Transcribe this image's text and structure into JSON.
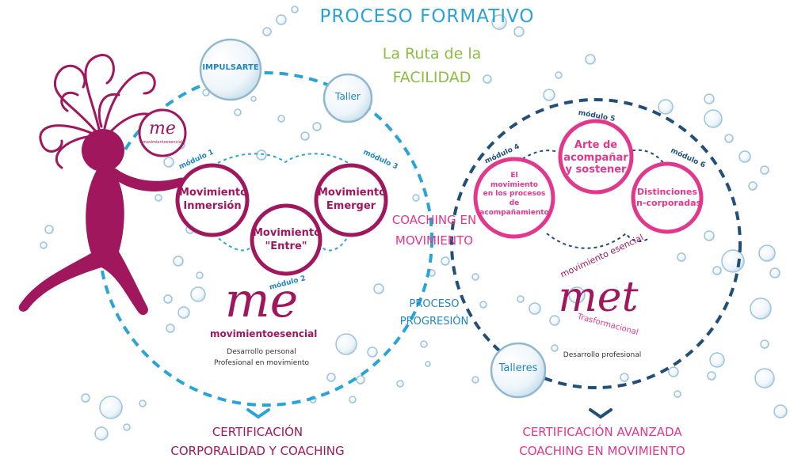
{
  "title": "PROCESO FORMATIVO",
  "subtitle_line1": "La Ruta de la",
  "subtitle_line2": "FACILIDAD",
  "nodes": {
    "impulsarte": "IMPULSARTE",
    "taller": "Taller",
    "talleres": "Talleres"
  },
  "left_logo": {
    "small_text": "movimientoesencial",
    "big_letters": "me",
    "brand": "movimientoesencial",
    "desc_line1": "Desarrollo personal",
    "desc_line2": "Profesional en movimiento"
  },
  "left_modules": [
    {
      "label": "módulo 1",
      "title_line1": "Movimiento",
      "title_line2": "Inmersión"
    },
    {
      "label": "módulo 2",
      "title_line1": "Movimiento",
      "title_line2": "\"Entre\""
    },
    {
      "label": "módulo 3",
      "title_line1": "Movimiento",
      "title_line2": "Emerger"
    }
  ],
  "right_modules": [
    {
      "label": "módulo 4",
      "lines": [
        "El",
        "movimiento",
        "en los procesos",
        "de",
        "acompañamiento"
      ]
    },
    {
      "label": "módulo 5",
      "lines": [
        "Arte de",
        "acompañar",
        "y sostener"
      ]
    },
    {
      "label": "módulo 6",
      "lines": [
        "Distinciones",
        "In-corporadas"
      ]
    }
  ],
  "center": {
    "coaching_line1": "COACHING EN",
    "coaching_line2": "MOVIMIENTO",
    "proceso_line1": "PROCESO",
    "proceso_line2": "PROGRESIÓN"
  },
  "right_logo": {
    "arc_top": "movimiento esencial",
    "big_letters": "met",
    "arc_bottom": "Trasformacional",
    "desc": "Desarrollo profesional"
  },
  "certifications": {
    "left_line1": "CERTIFICACIÓN",
    "left_line2": "CORPORALIDAD Y COACHING",
    "right_line1": "CERTIFICACIÓN AVANZADA",
    "right_line2": "COACHING EN MOVIMIENTO"
  },
  "colors": {
    "magenta": "#a0175e",
    "pink": "#e2378d",
    "light_blue": "#29a3d8",
    "dark_blue": "#214f7a",
    "green": "#8cbf3f",
    "bubble": "#9cc4dc"
  },
  "icons": [
    "dancing-figure-icon",
    "chevron-down-icon",
    "bubble-icon"
  ]
}
